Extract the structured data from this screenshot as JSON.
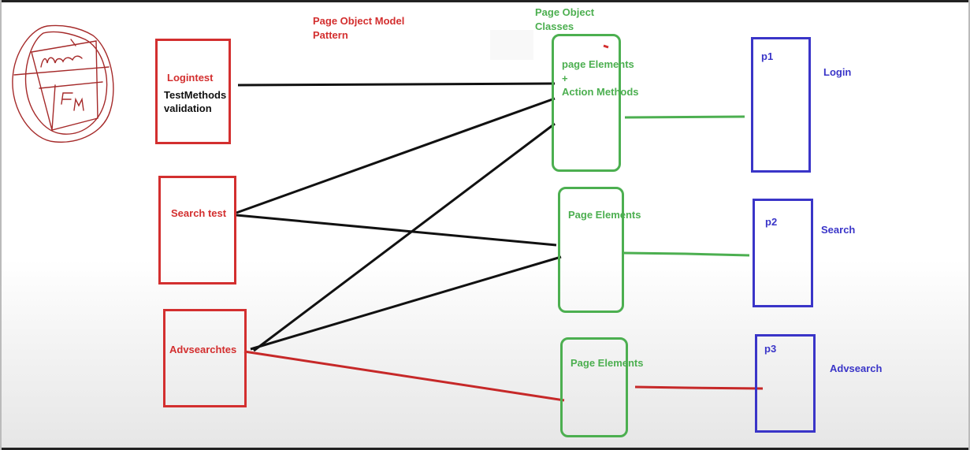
{
  "header": {
    "pattern_title_line1": "Page Object Model",
    "pattern_title_line2": "Pattern",
    "classes_title_line1": "Page Object",
    "classes_title_line2": "Classes"
  },
  "tests": [
    {
      "name": "Logintest",
      "detail_line1": "TestMethods",
      "detail_line2": "validation"
    },
    {
      "name": "Search test"
    },
    {
      "name": "Advsearchtes"
    }
  ],
  "page_objects": [
    {
      "line1": "page Elements",
      "line2": "+",
      "line3": "Action Methods"
    },
    {
      "line1": "Page Elements"
    },
    {
      "line1": "Page Elements"
    }
  ],
  "pages": [
    {
      "id": "p1",
      "name": "Login"
    },
    {
      "id": "p2",
      "name": "Search"
    },
    {
      "id": "p3",
      "name": "Advsearch"
    }
  ],
  "colors": {
    "test_red": "#d32f2f",
    "page_object_green": "#4caf50",
    "page_blue": "#3a35c8",
    "connector_black": "#111111",
    "sketch_red": "#a52a2a"
  },
  "sketch_text": {
    "top": "local",
    "bottom": "Fm"
  }
}
